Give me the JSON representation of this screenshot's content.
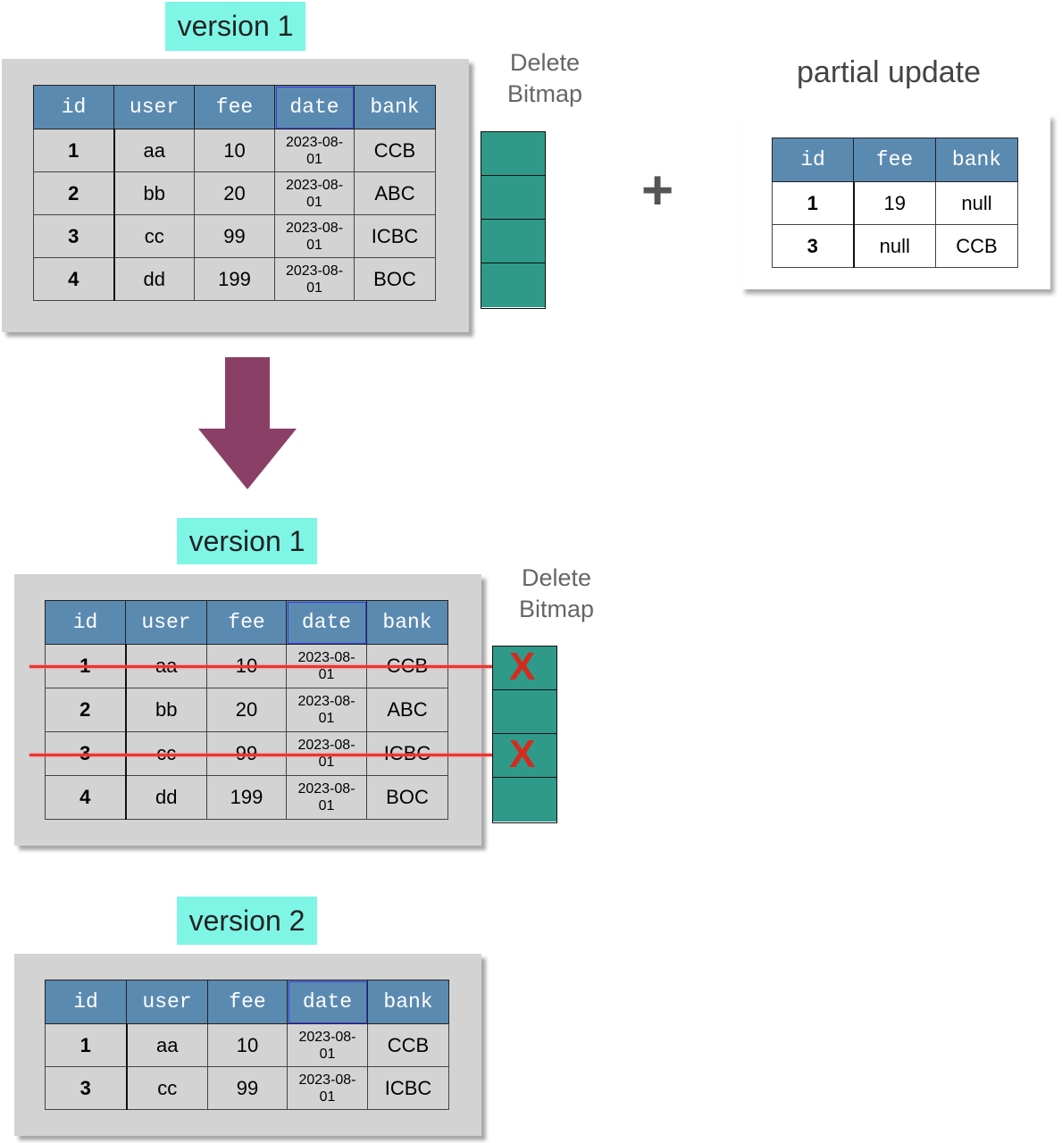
{
  "top": {
    "version_label": "version 1",
    "bitmap_label_line1": "Delete",
    "bitmap_label_line2": "Bitmap",
    "headers": [
      "id",
      "user",
      "fee",
      "date",
      "bank"
    ],
    "rows": [
      [
        "1",
        "aa",
        "10",
        "2023-08-",
        "01",
        "CCB"
      ],
      [
        "2",
        "bb",
        "20",
        "2023-08-",
        "01",
        "ABC"
      ],
      [
        "3",
        "cc",
        "99",
        "2023-08-",
        "01",
        "ICBC"
      ],
      [
        "4",
        "dd",
        "199",
        "2023-08-",
        "01",
        "BOC"
      ]
    ]
  },
  "plus": "+",
  "partial_update": {
    "title": "partial update",
    "headers": [
      "id",
      "fee",
      "bank"
    ],
    "rows": [
      [
        "1",
        "19",
        "null"
      ],
      [
        "3",
        "null",
        "CCB"
      ]
    ]
  },
  "middle": {
    "version_label": "version 1",
    "bitmap_label_line1": "Delete",
    "bitmap_label_line2": "Bitmap",
    "headers": [
      "id",
      "user",
      "fee",
      "date",
      "bank"
    ],
    "rows": [
      [
        "1",
        "aa",
        "10",
        "2023-08-",
        "01",
        "CCB"
      ],
      [
        "2",
        "bb",
        "20",
        "2023-08-",
        "01",
        "ABC"
      ],
      [
        "3",
        "cc",
        "99",
        "2023-08-",
        "01",
        "ICBC"
      ],
      [
        "4",
        "dd",
        "199",
        "2023-08-",
        "01",
        "BOC"
      ]
    ],
    "deleted_mark": "X"
  },
  "bottom": {
    "version_label": "version 2",
    "headers": [
      "id",
      "user",
      "fee",
      "date",
      "bank"
    ],
    "rows": [
      [
        "1",
        "aa",
        "10",
        "2023-08-",
        "01",
        "CCB"
      ],
      [
        "3",
        "cc",
        "99",
        "2023-08-",
        "01",
        "ICBC"
      ]
    ]
  },
  "colors": {
    "header_bg": "#5b8ab1",
    "panel_bg": "#d3d3d3",
    "bitmap_bg": "#2f9a8a",
    "version_label_bg": "#7ff5e6",
    "arrow": "#8a4066",
    "strike": "#ee3333"
  }
}
